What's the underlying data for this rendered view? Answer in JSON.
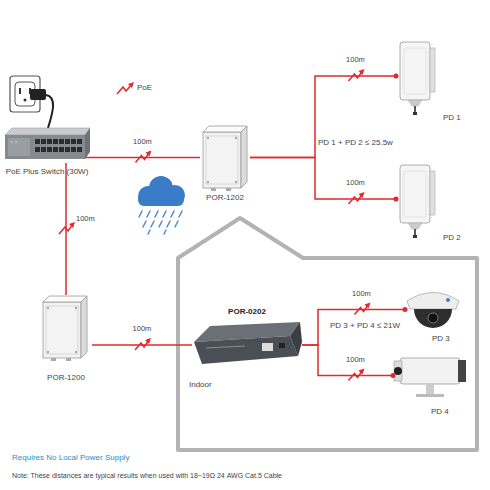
{
  "diagram": {
    "nodes": [
      {
        "text": [
          "PoE Plus Switch (30W)"
        ]
      },
      {
        "text": [
          "POR-1202"
        ]
      },
      {
        "text": [
          "PD 1"
        ]
      },
      {
        "text": [
          "PD 2"
        ]
      },
      {
        "text": [
          "POR-1200"
        ]
      },
      {
        "text": [
          "Indoor"
        ]
      },
      {
        "text": [
          "POR-0202"
        ],
        "in": 5
      },
      {
        "text": [
          "PD 3"
        ],
        "in": 5
      },
      {
        "text": [
          "PD 4"
        ],
        "in": 5
      }
    ],
    "edges": [
      {
        "from": 0,
        "to": 1,
        "label": "100m",
        "arrow": "none"
      },
      {
        "from": 1,
        "to": 2,
        "label": "100m",
        "arrow": "none"
      },
      {
        "from": 1,
        "to": 3,
        "label": "100m",
        "arrow": "none"
      },
      {
        "from": 0,
        "to": 4,
        "label": "100m",
        "arrow": "none"
      },
      {
        "from": 4,
        "to": 6,
        "label": "100m",
        "arrow": "none"
      },
      {
        "from": 6,
        "to": 7,
        "label": "100m",
        "arrow": "none"
      },
      {
        "from": 6,
        "to": 8,
        "label": "100m",
        "arrow": "none"
      }
    ],
    "labels": [
      "PD 1 + PD 2 ≤ 25.5w",
      "PD 3 + PD 4 ≤ 21W",
      "Requires No Local Power Supply",
      "Note: These distances are typical results when used with 18~19Ω 24 AWG Cat.5 Cable"
    ],
    "legend": [
      {
        "text": "PoE"
      }
    ]
  }
}
